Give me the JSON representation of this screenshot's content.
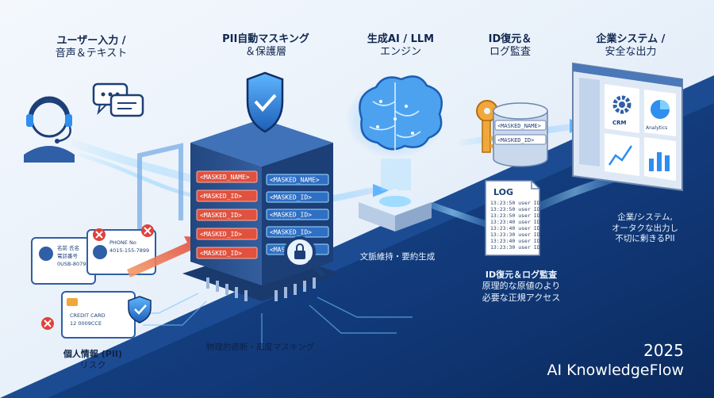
{
  "steps": [
    {
      "title": "ユーザー入力 /",
      "sub": "音声＆テキスト"
    },
    {
      "title": "PII自動マスキング",
      "sub": "＆保護層"
    },
    {
      "title": "生成AI / LLM",
      "sub": "エンジン"
    },
    {
      "title": "ID復元＆",
      "sub": "ログ監査"
    },
    {
      "title": "企業システム /",
      "sub": "安全な出力"
    }
  ],
  "pii_risk": {
    "title": "個人情報 (PII)",
    "sub": "リスク"
  },
  "masking_caption": "物理的遮断・高度マスキング",
  "llm_caption": "文脈維持・要約生成",
  "restore_note": {
    "title": "ID復元＆ログ監査",
    "lines": [
      "原理的な原値のより",
      "必要な正規アクセス"
    ]
  },
  "output_note": [
    "企業/システム,",
    "オータクな出力し",
    "不切に剰きるPII"
  ],
  "mask_tags_server": [
    "<MASKED_NAME>",
    "<MASKED_ID>",
    "<MASKED_ID>",
    "<MASKED_ID>",
    "<MASKED_ID>"
  ],
  "mask_tags_flow": [
    "<MASKED_NAME>",
    "<MASKED_ID>",
    "<MASKED_ID>",
    "<MASKED_ID>",
    "<MASKED_ID>"
  ],
  "db_tags": [
    "<MASKED_NAME>",
    "<MASKED_ID>"
  ],
  "log": {
    "title": "LOG",
    "rows": [
      "13:23:50  user ID",
      "13:23:50  user ID",
      "13:23:50  user ID",
      "13:23:40  user ID",
      "13:23:40  user ID",
      "13:23:30  user ID",
      "13:23:40  user ID",
      "13:23:30  user ID"
    ]
  },
  "cards": [
    {
      "lines": [
        "名前 氏名",
        "電話番号",
        "0USB-80798"
      ]
    },
    {
      "lines": [
        "PHONE No",
        "4015-155-7899"
      ]
    },
    {
      "lines": [
        "CREDIT CARD",
        "12 0009CCE"
      ]
    }
  ],
  "dashboard": {
    "crm": "CRM",
    "analytics": "Analytics"
  },
  "brand": {
    "year": "2025",
    "name": "AI KnowledgeFlow"
  },
  "colors": {
    "navy": "#0f2f66",
    "accent": "#2f8ef0",
    "red": "#e0413a",
    "orange": "#f07a3a",
    "glow": "#7fd0ff",
    "key": "#f0a83a"
  }
}
